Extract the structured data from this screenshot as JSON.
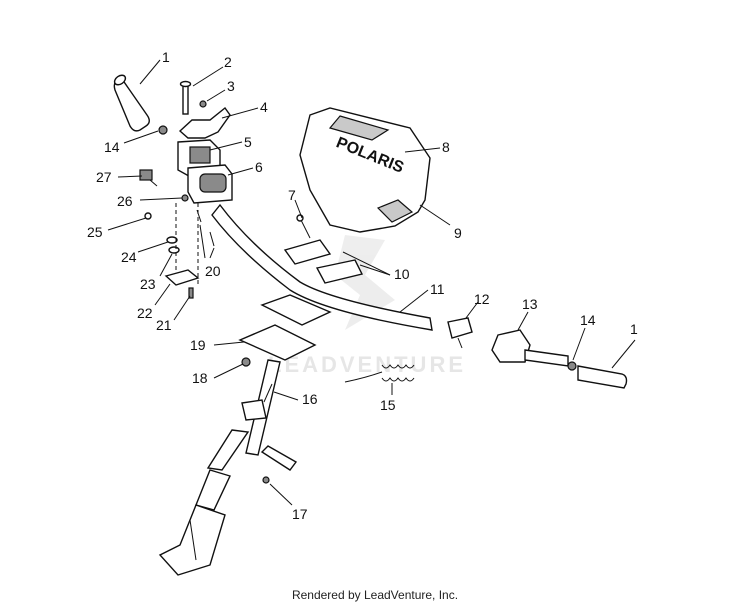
{
  "diagram": {
    "brand_decal": "POLARIS",
    "watermark": "LEADVENTURE",
    "footer": "Rendered by LeadVenture, Inc.",
    "callouts": {
      "c1a": "1",
      "c2": "2",
      "c3": "3",
      "c4": "4",
      "c5": "5",
      "c6": "6",
      "c7": "7",
      "c8": "8",
      "c9": "9",
      "c10": "10",
      "c11": "11",
      "c12": "12",
      "c13": "13",
      "c14b": "14",
      "c1b": "1",
      "c14a": "14",
      "c15": "15",
      "c16": "16",
      "c17": "17",
      "c18": "18",
      "c19": "19",
      "c20": "20",
      "c21": "21",
      "c22": "22",
      "c23": "23",
      "c24": "24",
      "c25": "25",
      "c26": "26",
      "c27": "27"
    }
  }
}
